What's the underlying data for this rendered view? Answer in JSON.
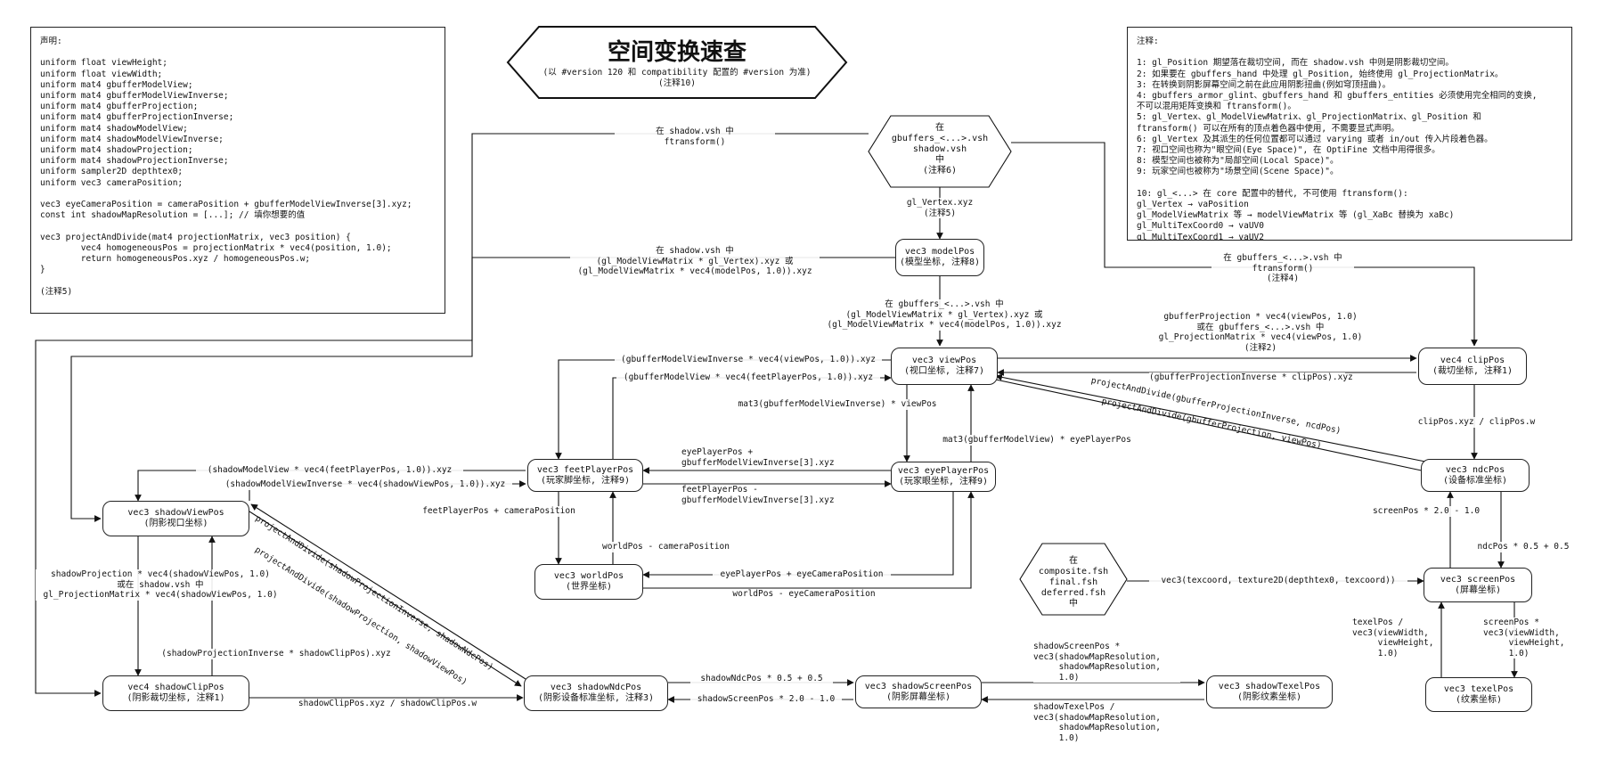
{
  "title": "空间变换速查",
  "subtitle": "(以 #version 120 和 compatibility 配置的 #version 为准)\n(注释10)",
  "declarations": "声明:\n\nuniform float viewHeight;\nuniform float viewWidth;\nuniform mat4 gbufferModelView;\nuniform mat4 gbufferModelViewInverse;\nuniform mat4 gbufferProjection;\nuniform mat4 gbufferProjectionInverse;\nuniform mat4 shadowModelView;\nuniform mat4 shadowModelViewInverse;\nuniform mat4 shadowProjection;\nuniform mat4 shadowProjectionInverse;\nuniform sampler2D depthtex0;\nuniform vec3 cameraPosition;\n\nvec3 eyeCameraPosition = cameraPosition + gbufferModelViewInverse[3].xyz;\nconst int shadowMapResolution = [...]; // 填你想要的值\n\nvec3 projectAndDivide(mat4 projectionMatrix, vec3 position) {\n        vec4 homogeneousPos = projectionMatrix * vec4(position, 1.0);\n        return homogeneousPos.xyz / homogeneousPos.w;\n}\n\n(注释5)",
  "notes": "注释:\n\n1: gl_Position 期望落在裁切空间, 而在 shadow.vsh 中则是阴影裁切空间。\n2: 如果要在 gbuffers_hand 中处理 gl_Position, 始终使用 gl_ProjectionMatrix。\n3: 在转换到阴影屏幕空间之前在此应用阴影扭曲(例如穹顶扭曲)。\n4: gbuffers_armor_glint、gbuffers_hand 和 gbuffers_entities 必须使用完全相同的变换,\n不可以混用矩阵变换和 ftransform()。\n5: gl_Vertex、gl_ModelViewMatrix、gl_ProjectionMatrix、gl_Position 和\nftransform() 可以在所有的顶点着色器中使用, 不需要显式声明。\n6: gl_Vertex 及其派生的任何位置都可以通过 varying 或者 in/out 传入片段着色器。\n7: 视口空间也称为\"眼空间(Eye Space)\", 在 OptiFine 文档中用得很多。\n8: 模型空间也被称为\"局部空间(Local Space)\"。\n9: 玩家空间也被称为\"场景空间(Scene Space)\"。\n\n10: gl_<...> 在 core 配置中的替代, 不可使用 ftransform():\ngl_Vertex → vaPosition\ngl_ModelViewMatrix 等 → modelViewMatrix 等 (gl_XaBc 替换为 xaBc)\ngl_MultiTexCoord0 → vaUV0\ngl_MultiTexCoord1 → vaUV2",
  "hexagons": {
    "gbuffers": "在\ngbuffers_<...>.vsh\nshadow.vsh\n中\n(注释6)",
    "composite": "在\ncomposite.fsh\nfinal.fsh\ndeferred.fsh\n中"
  },
  "nodes": {
    "modelPos": {
      "name": "vec3 modelPos",
      "sub": "(模型坐标, 注释8)"
    },
    "viewPos": {
      "name": "vec3 viewPos",
      "sub": "(视口坐标, 注释7)"
    },
    "clipPos": {
      "name": "vec4 clipPos",
      "sub": "(裁切坐标, 注释1)"
    },
    "ndcPos": {
      "name": "vec3 ndcPos",
      "sub": "(设备标准坐标)"
    },
    "screenPos": {
      "name": "vec3 screenPos",
      "sub": "(屏幕坐标)"
    },
    "texelPos": {
      "name": "vec3 texelPos",
      "sub": "(纹素坐标)"
    },
    "feetPlayerPos": {
      "name": "vec3 feetPlayerPos",
      "sub": "(玩家脚坐标, 注释9)"
    },
    "eyePlayerPos": {
      "name": "vec3 eyePlayerPos",
      "sub": "(玩家眼坐标, 注释9)"
    },
    "worldPos": {
      "name": "vec3 worldPos",
      "sub": "(世界坐标)"
    },
    "shadowViewPos": {
      "name": "vec3 shadowViewPos",
      "sub": "(阴影视口坐标)"
    },
    "shadowClipPos": {
      "name": "vec4 shadowClipPos",
      "sub": "(阴影裁切坐标, 注释1)"
    },
    "shadowNdcPos": {
      "name": "vec3 shadowNdcPos",
      "sub": "(阴影设备标准坐标, 注释3)"
    },
    "shadowScreenPos": {
      "name": "vec3 shadowScreenPos",
      "sub": "(阴影屏幕坐标)"
    },
    "shadowTexelPos": {
      "name": "vec3 shadowTexelPos",
      "sub": "(阴影纹素坐标)"
    }
  },
  "edges": {
    "shadow_ftransform": "在 shadow.vsh 中\nftransform()",
    "gl_vertex": "gl_Vertex.xyz\n(注释5)",
    "shadow_modelview": "在 shadow.vsh 中\n(gl_ModelViewMatrix * gl_Vertex).xyz 或\n(gl_ModelViewMatrix * vec4(modelPos, 1.0)).xyz",
    "gbuffers_ftransform": "在 gbuffers_<...>.vsh 中\nftransform()\n(注释4)",
    "gbuffers_modelview": "在 gbuffers_<...>.vsh 中\n(gl_ModelViewMatrix * gl_Vertex).xyz 或\n(gl_ModelViewMatrix * vec4(modelPos, 1.0)).xyz",
    "view_to_clip": "gbufferProjection * vec4(viewPos, 1.0)\n或在 gbuffers_<...>.vsh 中\ngl_ProjectionMatrix * vec4(viewPos, 1.0)\n(注释2)",
    "view_to_feet": "(gbufferModelViewInverse * vec4(viewPos, 1.0)).xyz",
    "feet_to_view": "(gbufferModelView * vec4(feetPlayerPos, 1.0)).xyz",
    "clip_to_view": "(gbufferProjectionInverse * clipPos).xyz",
    "ndc_to_view": "projectAndDivide(gbufferProjectionInverse, ncdPos)",
    "view_to_ndc": "projectAndDivide(gbufferProjection, viewPos)",
    "view_to_eye": "mat3(gbufferModelViewInverse) * viewPos",
    "eye_to_view": "mat3(gbufferModelView) * eyePlayerPos",
    "clip_to_ndc": "clipPos.xyz / clipPos.w",
    "eye_to_feet": "eyePlayerPos +\ngbufferModelViewInverse[3].xyz",
    "feet_to_eye": "feetPlayerPos -\ngbufferModelViewInverse[3].xyz",
    "feet_to_shadowview": "(shadowModelView * vec4(feetPlayerPos, 1.0)).xyz",
    "shadowview_to_feet": "(shadowModelViewInverse * vec4(shadowViewPos, 1.0)).xyz",
    "feet_to_world": "feetPlayerPos + cameraPosition",
    "world_to_feet": "worldPos - cameraPosition",
    "eye_to_world": "eyePlayerPos + eyeCameraPosition",
    "world_to_eye": "worldPos - eyeCameraPosition",
    "screen_to_ndc": "screenPos * 2.0 - 1.0",
    "ndc_to_screen": "ndcPos * 0.5 + 0.5",
    "depth_sample": "vec3(texcoord, texture2D(depthtex0, texcoord))",
    "texel_to_screen": "texelPos /\nvec3(viewWidth,\n     viewHeight,\n     1.0)",
    "screen_to_texel": "screenPos *\nvec3(viewWidth,\n     viewHeight,\n     1.0)",
    "shadowview_to_clip": "shadowProjection * vec4(shadowViewPos, 1.0)\n或在 shadow.vsh 中\ngl_ProjectionMatrix * vec4(shadowViewPos, 1.0)",
    "shadowclip_to_view": "(shadowProjectionInverse * shadowClipPos).xyz",
    "shadowndc_to_view": "projectAndDivide(shadowProjectionInverse, shadowNdcPos)",
    "shadowview_to_ndc": "projectAndDivide(shadowProjection, shadowViewPos)",
    "shadowclip_to_ndc": "shadowClipPos.xyz / shadowClipPos.w",
    "shadowndc_to_screen": "shadowNdcPos * 0.5 + 0.5",
    "shadowscreen_to_ndc": "shadowScreenPos * 2.0 - 1.0",
    "shadowscreen_to_texel": "shadowScreenPos *\nvec3(shadowMapResolution,\n     shadowMapResolution,\n     1.0)",
    "shadowtexel_to_screen": "shadowTexelPos /\nvec3(shadowMapResolution,\n     shadowMapResolution,\n     1.0)"
  }
}
